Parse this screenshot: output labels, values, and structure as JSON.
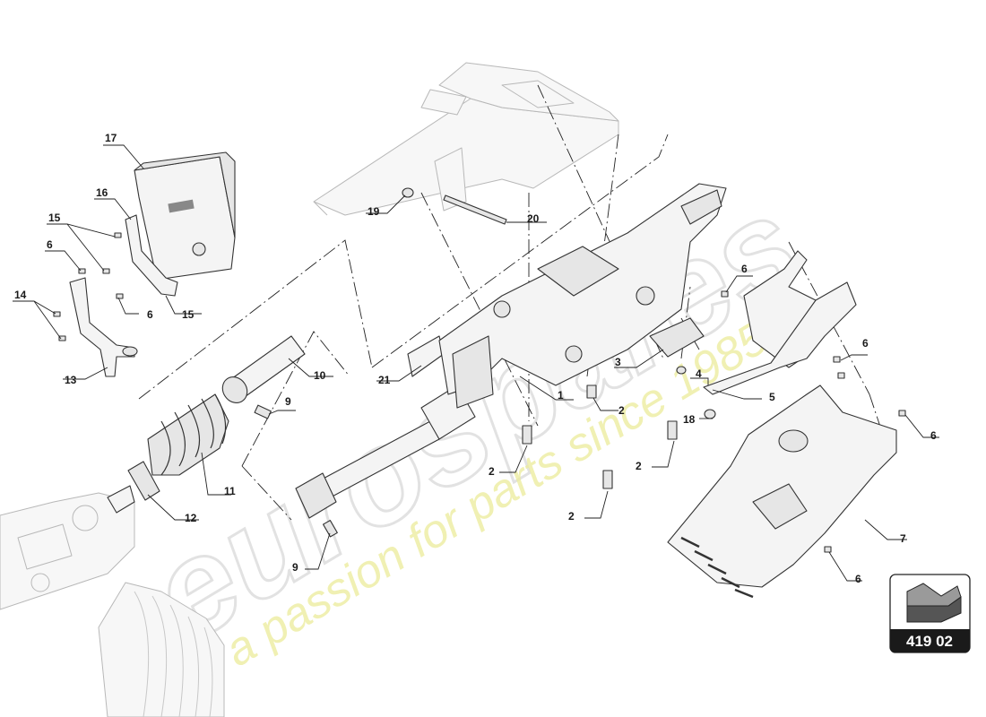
{
  "watermark": {
    "brand": "eurospares",
    "tagline": "a passion for parts since 1985"
  },
  "reference": {
    "code": "419 02",
    "icon": "arrow-direction-icon"
  },
  "callouts": [
    {
      "id": "c17",
      "n": "17"
    },
    {
      "id": "c16",
      "n": "16"
    },
    {
      "id": "c15a",
      "n": "15"
    },
    {
      "id": "c6a",
      "n": "6"
    },
    {
      "id": "c14",
      "n": "14"
    },
    {
      "id": "c6b",
      "n": "6"
    },
    {
      "id": "c15b",
      "n": "15"
    },
    {
      "id": "c13",
      "n": "13"
    },
    {
      "id": "c19",
      "n": "19"
    },
    {
      "id": "c20",
      "n": "20"
    },
    {
      "id": "c10",
      "n": "10"
    },
    {
      "id": "c9a",
      "n": "9"
    },
    {
      "id": "c21",
      "n": "21"
    },
    {
      "id": "c1",
      "n": "1"
    },
    {
      "id": "c3",
      "n": "3"
    },
    {
      "id": "c2a",
      "n": "2"
    },
    {
      "id": "c4",
      "n": "4"
    },
    {
      "id": "c5",
      "n": "5"
    },
    {
      "id": "c6c",
      "n": "6"
    },
    {
      "id": "c6d",
      "n": "6"
    },
    {
      "id": "c18",
      "n": "18"
    },
    {
      "id": "c2b",
      "n": "2"
    },
    {
      "id": "c2c",
      "n": "2"
    },
    {
      "id": "c11",
      "n": "11"
    },
    {
      "id": "c12",
      "n": "12"
    },
    {
      "id": "c2d",
      "n": "2"
    },
    {
      "id": "c9b",
      "n": "9"
    },
    {
      "id": "c6e",
      "n": "6"
    },
    {
      "id": "c7",
      "n": "7"
    },
    {
      "id": "c6f",
      "n": "6"
    }
  ]
}
